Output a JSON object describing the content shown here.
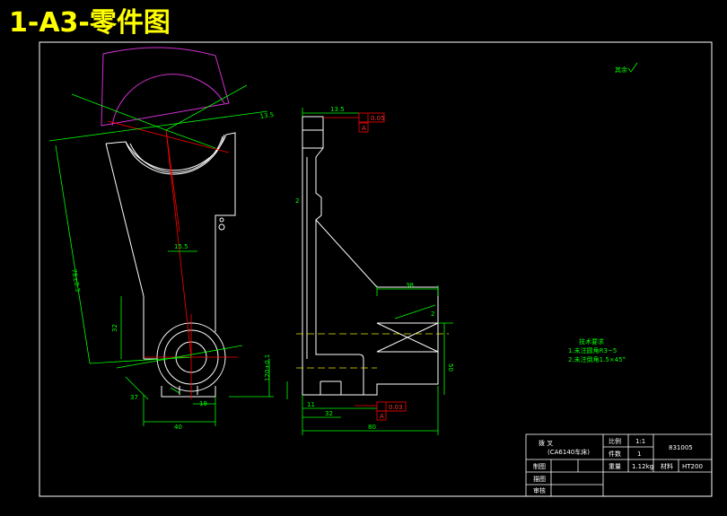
{
  "title": "1-A3-零件图",
  "roughness_note": "其余",
  "dims": {
    "d1": "13.5",
    "d2": "15.5",
    "d3": "78±0.3",
    "d4": "32",
    "d5": "37",
    "d6": "40",
    "d7": "18",
    "d8": "120±0.1",
    "d9": "38",
    "d10": "2",
    "d11": "11",
    "d12": "32",
    "d13": "80",
    "d14": "50",
    "d15": "2"
  },
  "tolerances": {
    "t1": "0.03",
    "t2": "0.05",
    "datum_a": "A"
  },
  "notes": {
    "heading": "技术要求",
    "line1": "1.未注圆角R3~5",
    "line2": "2.未注倒角1.5×45°"
  },
  "title_block": {
    "name": "拨    叉",
    "subname": "(CA6140车床)",
    "scale_label": "比例",
    "scale_value": "1:1",
    "qty_label": "件数",
    "qty_value": "1",
    "drawing_no": "831005",
    "drawn_label": "制图",
    "weight_label": "重量",
    "weight_value": "1.12kg",
    "material_label": "材料",
    "material_value": "HT200",
    "draw_label": "描图",
    "review_label": "审核"
  }
}
